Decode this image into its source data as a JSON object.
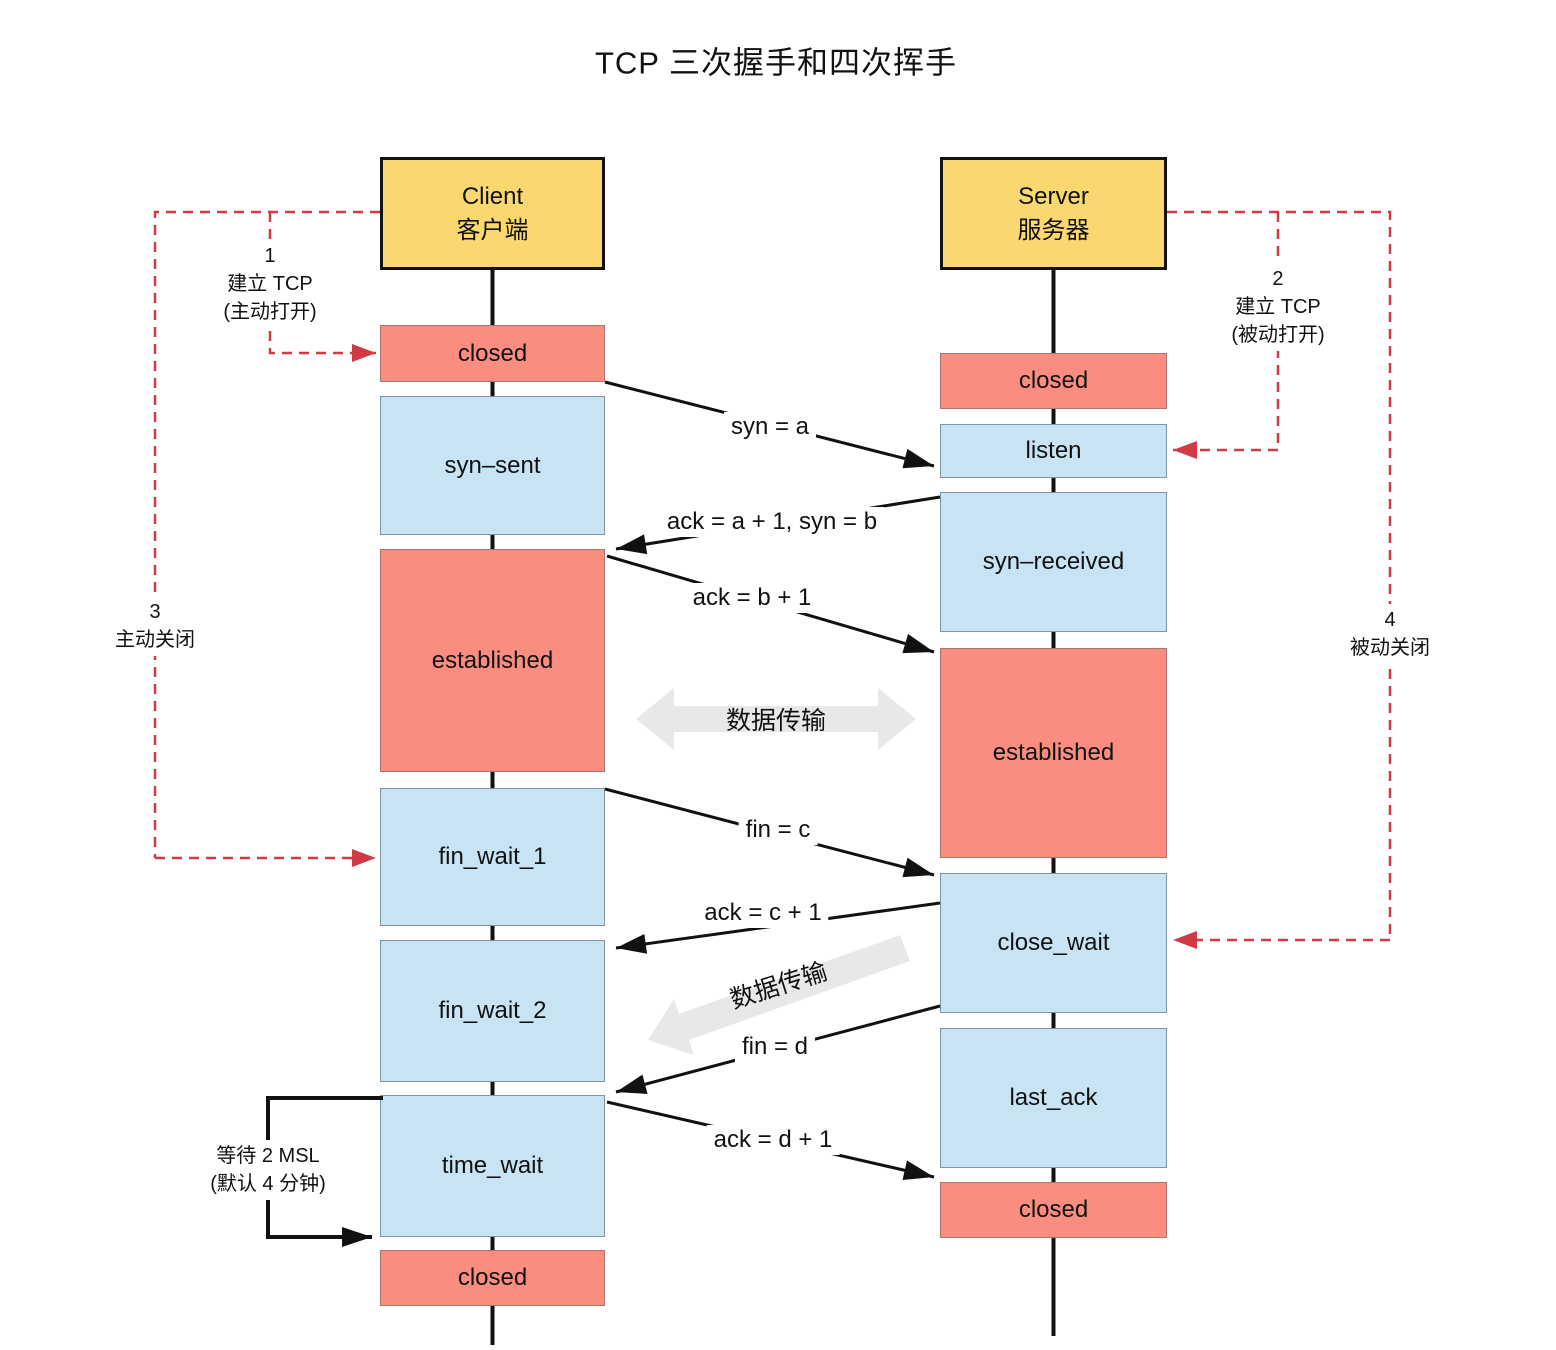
{
  "title": "TCP 三次握手和四次挥手",
  "client": {
    "header": {
      "en": "Client",
      "zh": "客户端"
    },
    "states": [
      {
        "label": "closed"
      },
      {
        "label": "syn–sent"
      },
      {
        "label": "established"
      },
      {
        "label": "fin_wait_1"
      },
      {
        "label": "fin_wait_2"
      },
      {
        "label": "time_wait"
      },
      {
        "label": "closed"
      }
    ]
  },
  "server": {
    "header": {
      "en": "Server",
      "zh": "服务器"
    },
    "states": [
      {
        "label": "closed"
      },
      {
        "label": "listen"
      },
      {
        "label": "syn–received"
      },
      {
        "label": "established"
      },
      {
        "label": "close_wait"
      },
      {
        "label": "last_ack"
      },
      {
        "label": "closed"
      }
    ]
  },
  "messages": {
    "syn_a": "syn = a",
    "ack_a_syn_b": "ack = a + 1, syn = b",
    "ack_b": "ack = b + 1",
    "fin_c": "fin = c",
    "ack_c": "ack = c + 1",
    "fin_d": "fin = d",
    "ack_d": "ack = d + 1"
  },
  "data_transfer": {
    "upper": "数据传输",
    "lower": "数据传输"
  },
  "annotations": {
    "open_client": {
      "num": "1",
      "line1": "建立 TCP",
      "line2": "(主动打开)"
    },
    "open_server": {
      "num": "2",
      "line1": "建立 TCP",
      "line2": "(被动打开)"
    },
    "close_client": {
      "num": "3",
      "line1": "主动关闭"
    },
    "close_server": {
      "num": "4",
      "line1": "被动关闭"
    },
    "time_wait_note": {
      "line1": "等待 2 MSL",
      "line2": "(默认 4 分钟)"
    }
  },
  "colors": {
    "header_fill": "#fbd86f",
    "state_red_fill": "#fb8d80",
    "state_blue_fill": "#c8e3f4",
    "dashed_red": "#cf3a44",
    "data_transfer_gray": "#e8e8e8",
    "line_black": "#111111",
    "background": "#ffffff"
  }
}
